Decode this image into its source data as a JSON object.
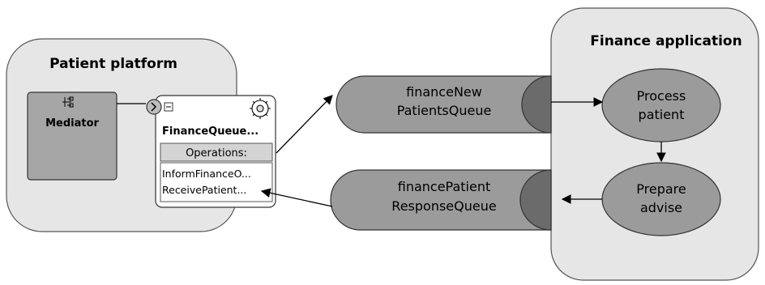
{
  "patient_platform": {
    "title": "Patient platform",
    "mediator_label": "Mediator"
  },
  "finance_queue_component": {
    "name": "FinanceQueue...",
    "operations_header": "Operations:",
    "operations": [
      "InformFinanceO...",
      "ReceivePatient..."
    ]
  },
  "queues": {
    "new_patients": {
      "line1": "financeNew",
      "line2": "PatientsQueue"
    },
    "patient_response": {
      "line1": "financePatient",
      "line2": "ResponseQueue"
    }
  },
  "finance_application": {
    "title": "Finance application",
    "process_patient": {
      "line1": "Process",
      "line2": "patient"
    },
    "prepare_advise": {
      "line1": "Prepare",
      "line2": "advise"
    }
  },
  "colors": {
    "container_fill": "#e6e6e6",
    "mediator_fill": "#a6a6a6",
    "queue_fill": "#9b9b9b",
    "queue_end_fill": "#6b6b6b",
    "operations_header_fill": "#d4d4d4"
  },
  "icons": {
    "mediator": "hierarchy-icon",
    "component": "gear-service-icon",
    "port": "chevron-right-icon",
    "collapse": "minus-square-icon"
  }
}
